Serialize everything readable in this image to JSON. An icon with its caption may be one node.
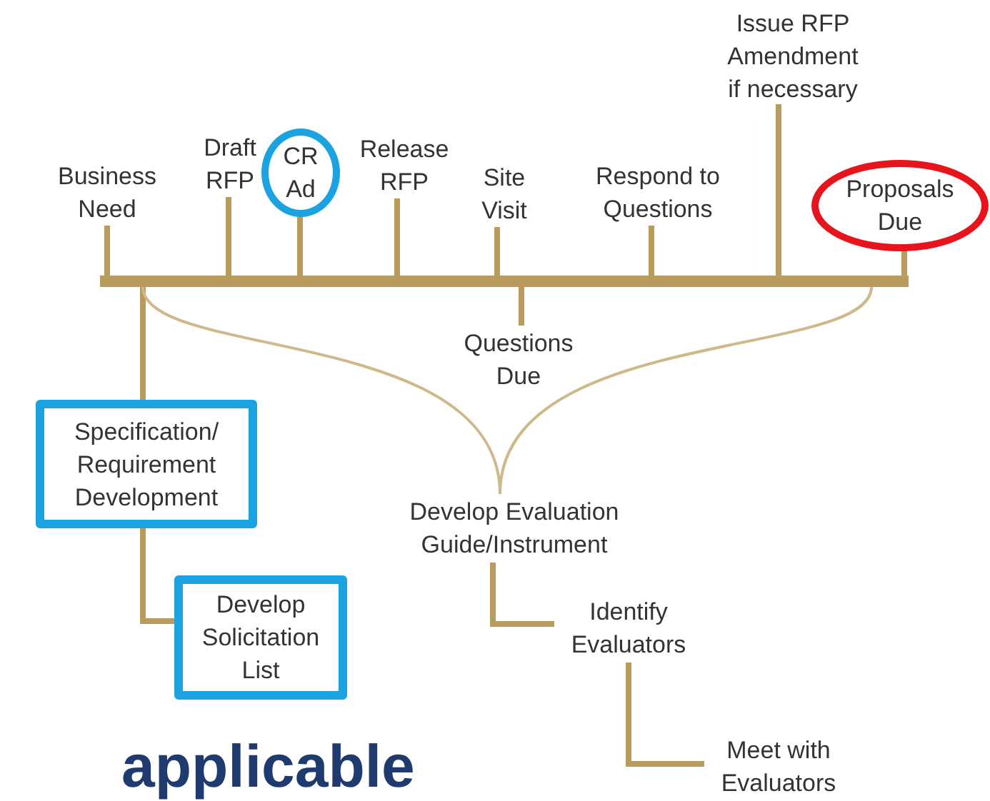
{
  "diagram": {
    "nodes": [
      {
        "text": [],
        "shape": "bar"
      },
      {
        "text": [
          "Business Need"
        ]
      },
      {
        "text": [
          "Draft RFP"
        ]
      },
      {
        "text": [
          "CR Ad"
        ]
      },
      {
        "text": [
          "Release RFP"
        ]
      },
      {
        "text": [
          "Site Visit"
        ]
      },
      {
        "text": [
          "Respond to Questions"
        ]
      },
      {
        "text": [
          "Issue RFP Amendment if necessary"
        ]
      },
      {
        "text": [
          "Proposals Due"
        ]
      },
      {
        "text": [
          "Questions Due"
        ]
      },
      {
        "text": [
          "Specification/ Requirement Development"
        ]
      },
      {
        "text": [
          "Develop Solicitation List"
        ]
      },
      {
        "text": [
          "Develop Evaluation Guide/Instrument"
        ]
      },
      {
        "text": [
          "Identify Evaluators"
        ]
      },
      {
        "text": [
          "Meet with Evaluators"
        ]
      }
    ],
    "edges": [
      {
        "from": 0,
        "to": 1,
        "arrow": "none"
      },
      {
        "from": 0,
        "to": 2,
        "arrow": "none"
      },
      {
        "from": 0,
        "to": 3,
        "arrow": "none"
      },
      {
        "from": 0,
        "to": 4,
        "arrow": "none"
      },
      {
        "from": 0,
        "to": 5,
        "arrow": "none"
      },
      {
        "from": 0,
        "to": 6,
        "arrow": "none"
      },
      {
        "from": 0,
        "to": 7,
        "arrow": "none"
      },
      {
        "from": 0,
        "to": 8,
        "arrow": "none"
      },
      {
        "from": 0,
        "to": 9,
        "arrow": "none"
      },
      {
        "from": 0,
        "to": 10,
        "arrow": "none"
      },
      {
        "from": 10,
        "to": 11,
        "arrow": "none"
      },
      {
        "from": 0,
        "to": 12,
        "arrow": "none",
        "color": "#cdb98a"
      },
      {
        "from": 12,
        "to": 13,
        "arrow": "none"
      },
      {
        "from": 13,
        "to": 14,
        "arrow": "none"
      }
    ],
    "labels": [
      "applicable"
    ]
  }
}
